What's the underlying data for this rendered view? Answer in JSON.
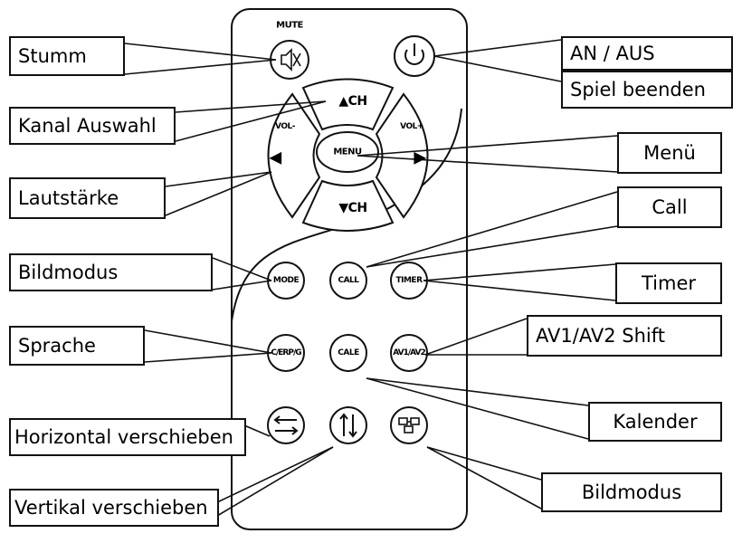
{
  "remote": {
    "mute_label": "MUTE",
    "ch_up": "▲CH",
    "ch_down": "▼CH",
    "vol_minus": "VOL-",
    "vol_plus": "VOL+",
    "menu": "MENU",
    "left_arrow": "◀",
    "right_arrow": "▶",
    "mode": "MODE",
    "call": "CALL",
    "timer": "TIMER",
    "cerpg": "C/ERP/G",
    "cale": "CALE",
    "av": "AV1/AV2",
    "icons": [
      "speaker-muted-icon",
      "power-icon",
      "horizontal-arrows-icon",
      "vertical-arrows-icon",
      "grid-icon"
    ]
  },
  "labels": {
    "stumm": "Stumm",
    "an_aus": "AN / AUS",
    "spiel_beenden": "Spiel beenden",
    "kanal_auswahl": "Kanal Auswahl",
    "menue": "Menü",
    "lautstaerke": "Lautstärke",
    "call": "Call",
    "bildmodus_left": "Bildmodus",
    "timer": "Timer",
    "sprache": "Sprache",
    "av_shift": "AV1/AV2 Shift",
    "kalender": "Kalender",
    "horizontal": "Horizontal verschieben",
    "vertikal": "Vertikal verschieben",
    "bildmodus_right": "Bildmodus"
  }
}
